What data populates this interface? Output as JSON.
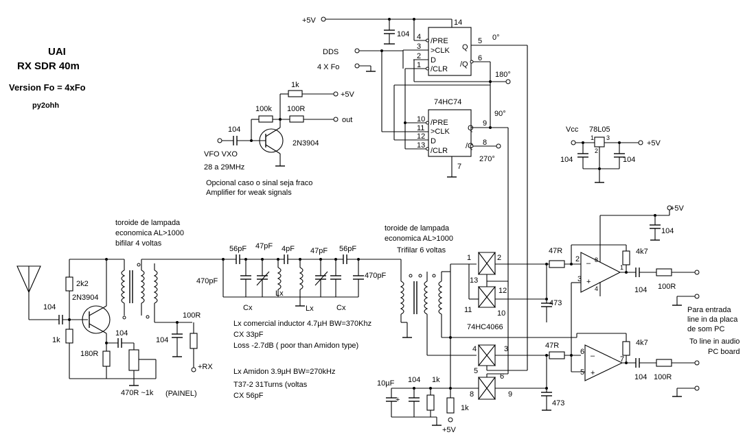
{
  "title": {
    "line1": "UAI",
    "line2": "RX SDR 40m",
    "line3": "Version Fo = 4xFo",
    "author": "py2ohh"
  },
  "notes": {
    "optional_pt": "Opcional caso o sinal seja fraco",
    "optional_en": "Amplifier for weak signals",
    "toroid_in_1": "toroide de lampada",
    "toroid_in_2": "economica AL>1000",
    "toroid_in_3": "bifilar 4 voltas",
    "toroid_out_1": "toroide de lampada",
    "toroid_out_2": "economica AL>1000",
    "toroid_out_3": "Trifilar 6 voltas",
    "lx_1": "Lx comercial inductor 4.7µH BW=370Khz",
    "lx_2": "CX 33pF",
    "lx_3": "Loss -2.7dB ( poor than Amidon type)",
    "am_1": "Lx Amidon 3.9µH    BW=270kHz",
    "am_2": "T37-2 31Turns (voltas",
    "am_3": "CX 56pF",
    "out_pt_1": "Para entrada",
    "out_pt_2": "line in da placa",
    "out_pt_3": "de som PC",
    "out_en_1": "To line in audio",
    "out_en_2": "PC board"
  },
  "labels": {
    "vcc5": "+5V",
    "pin14": "14",
    "c104": "104",
    "dds": "DDS",
    "dds4": "4 X Fo",
    "pre": "/PRE",
    "clk": ">CLK",
    "d": "D",
    "clr": "/CLR",
    "q": "Q",
    "nq": "/Q",
    "p4": "4",
    "p3": "3",
    "p2": "2",
    "p1": "1",
    "p5": "5",
    "p6": "6",
    "p10": "10",
    "p11": "11",
    "p12": "12",
    "p13": "13",
    "p9": "9",
    "p8": "8",
    "p7": "7",
    "deg0": "0°",
    "deg180": "180°",
    "deg90": "90°",
    "deg270": "270°",
    "ic_74hc74": "74HC74",
    "r1k": "1k",
    "r100k": "100k",
    "r100r": "100R",
    "plus5v": "+5V",
    "out": "out",
    "vfo": "VFO VXO",
    "vfo_range": "28 a 29MHz",
    "q2n3904": "2N3904",
    "vcc": "Vcc",
    "reg": "78L05",
    "reg_pins": "1  3",
    "reg_pin2": "2",
    "c56": "56pF",
    "c47": "47pF",
    "c4": "4pF",
    "c470": "470pF",
    "cx": "Cx",
    "lx": "Lx",
    "r2k2": "2k2",
    "r180": "180R",
    "pot": "470R ~1k",
    "painel": "(PAINEL)",
    "rx": "+RX",
    "r47": "47R",
    "r4k7": "4k7",
    "c473": "473",
    "ic_4066": "74HC4066",
    "c10u": "10µF"
  }
}
